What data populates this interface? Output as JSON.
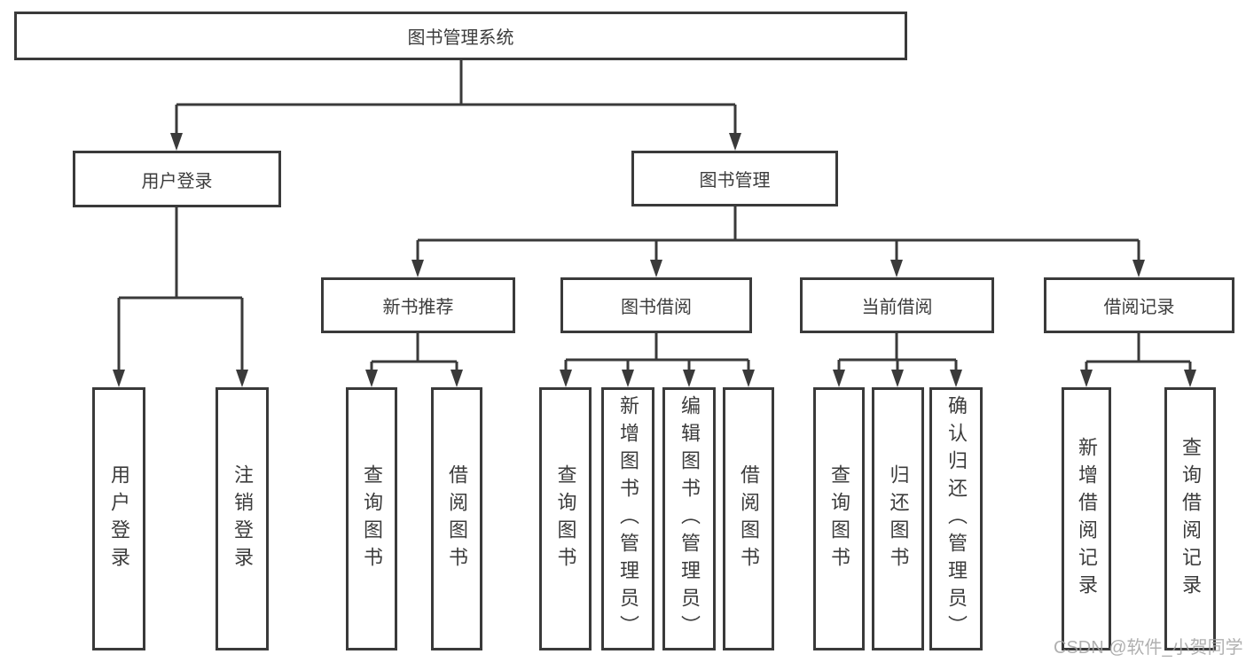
{
  "diagram": {
    "root": {
      "label": "图书管理系统"
    },
    "level2": {
      "user_login": {
        "label": "用户登录"
      },
      "book_mgmt": {
        "label": "图书管理"
      }
    },
    "level3": {
      "new_book": {
        "label": "新书推荐"
      },
      "book_borrow": {
        "label": "图书借阅"
      },
      "current_borrow": {
        "label": "当前借阅"
      },
      "borrow_record": {
        "label": "借阅记录"
      }
    },
    "leaves": {
      "user_login": {
        "label": "用户登录"
      },
      "logout": {
        "label": "注销登录"
      },
      "nb_query": {
        "label": "查询图书"
      },
      "nb_borrow": {
        "label": "借阅图书"
      },
      "bb_query": {
        "label": "查询图书"
      },
      "bb_add": {
        "label": "新增图书（管理员）"
      },
      "bb_edit": {
        "label": "编辑图书（管理员）"
      },
      "bb_borrow": {
        "label": "借阅图书"
      },
      "cb_query": {
        "label": "查询图书"
      },
      "cb_return": {
        "label": "归还图书"
      },
      "cb_confirm": {
        "label": "确认归还（管理员）"
      },
      "br_add": {
        "label": "新增借阅记录"
      },
      "br_query": {
        "label": "查询借阅记录"
      }
    },
    "watermark": "CSDN @软件_小贺同学",
    "colors": {
      "line": "#3a3a3a",
      "box_border": "#3a3a3a",
      "text": "#3c3c3c",
      "background": "#ffffff",
      "watermark": "#a3a3a3"
    }
  }
}
